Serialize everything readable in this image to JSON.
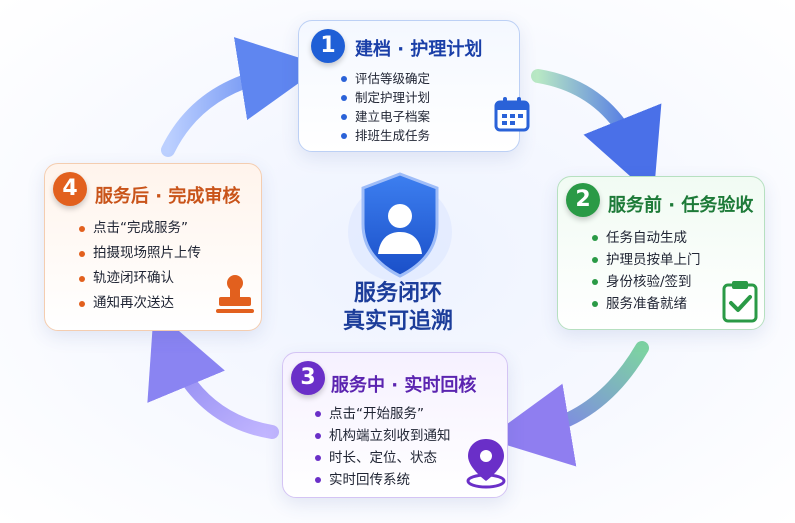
{
  "center": {
    "line1": "服务闭环",
    "line2": "真实可追溯"
  },
  "steps": [
    {
      "number": "1",
      "title": "建档 · 护理计划",
      "items": [
        "评估等级确定",
        "制定护理计划",
        "建立电子档案",
        "排班生成任务"
      ],
      "color": "#1f5fd6",
      "icon": "calendar-icon"
    },
    {
      "number": "2",
      "title": "服务前 · 任务验收",
      "items": [
        "任务自动生成",
        "护理员按单上门",
        "身份核验/签到",
        "服务准备就绪"
      ],
      "color": "#2a9a46",
      "icon": "clipboard-check-icon"
    },
    {
      "number": "3",
      "title": "服务中 · 实时回核",
      "items": [
        "点击“开始服务”",
        "机构端立刻收到通知",
        "时长、定位、状态",
        "实时回传系统"
      ],
      "color": "#6a2fc8",
      "icon": "location-pin-icon"
    },
    {
      "number": "4",
      "title": "服务后 · 完成审核",
      "items": [
        "点击“完成服务”",
        "拍摄现场照片上传",
        "轨迹闭环确认",
        "通知再次送达"
      ],
      "color": "#e2601e",
      "icon": "stamp-icon"
    }
  ]
}
